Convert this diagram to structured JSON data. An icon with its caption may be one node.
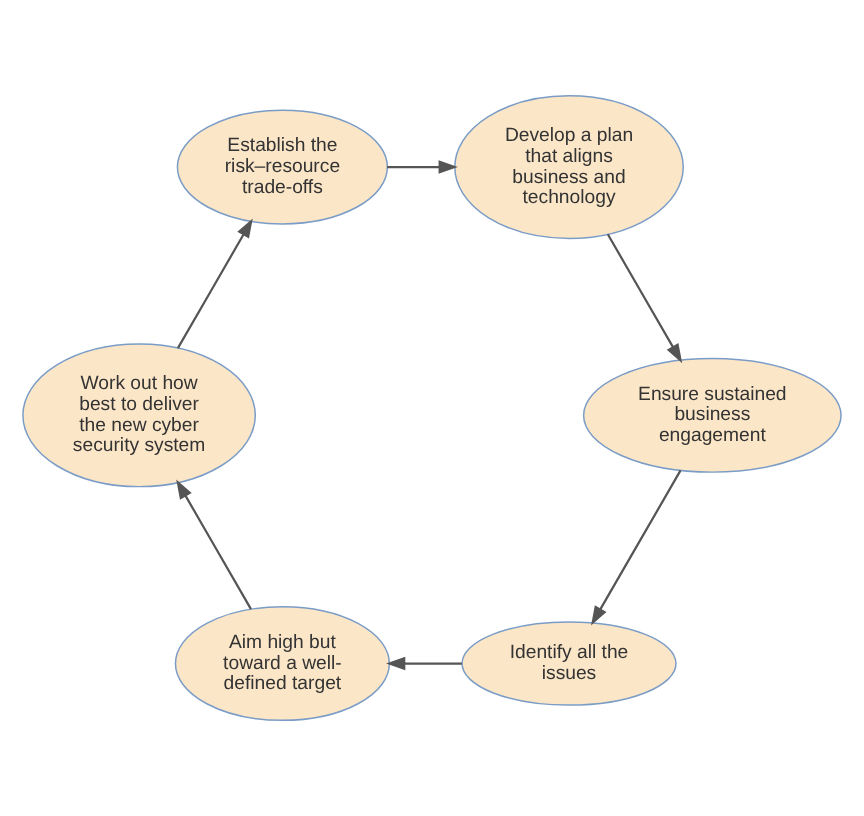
{
  "diagram": {
    "nodes": [
      {
        "text": [
          "Identify all the issues"
        ]
      },
      {
        "text": [
          "Aim high but toward a well-defined target"
        ]
      },
      {
        "text": [
          "Work out how best to deliver the new cyber security system"
        ]
      },
      {
        "text": [
          "Establish the risk–resource trade-offs"
        ]
      },
      {
        "text": [
          "Develop a plan that aligns business and technology"
        ]
      },
      {
        "text": [
          "Ensure sustained business engagement"
        ]
      }
    ],
    "edges": [
      {
        "from": 0,
        "to": 1,
        "arrow": "to"
      },
      {
        "from": 1,
        "to": 2,
        "arrow": "to"
      },
      {
        "from": 2,
        "to": 3,
        "arrow": "to"
      },
      {
        "from": 3,
        "to": 4,
        "arrow": "to"
      },
      {
        "from": 4,
        "to": 5,
        "arrow": "to"
      },
      {
        "from": 5,
        "to": 0,
        "arrow": "to"
      }
    ]
  }
}
